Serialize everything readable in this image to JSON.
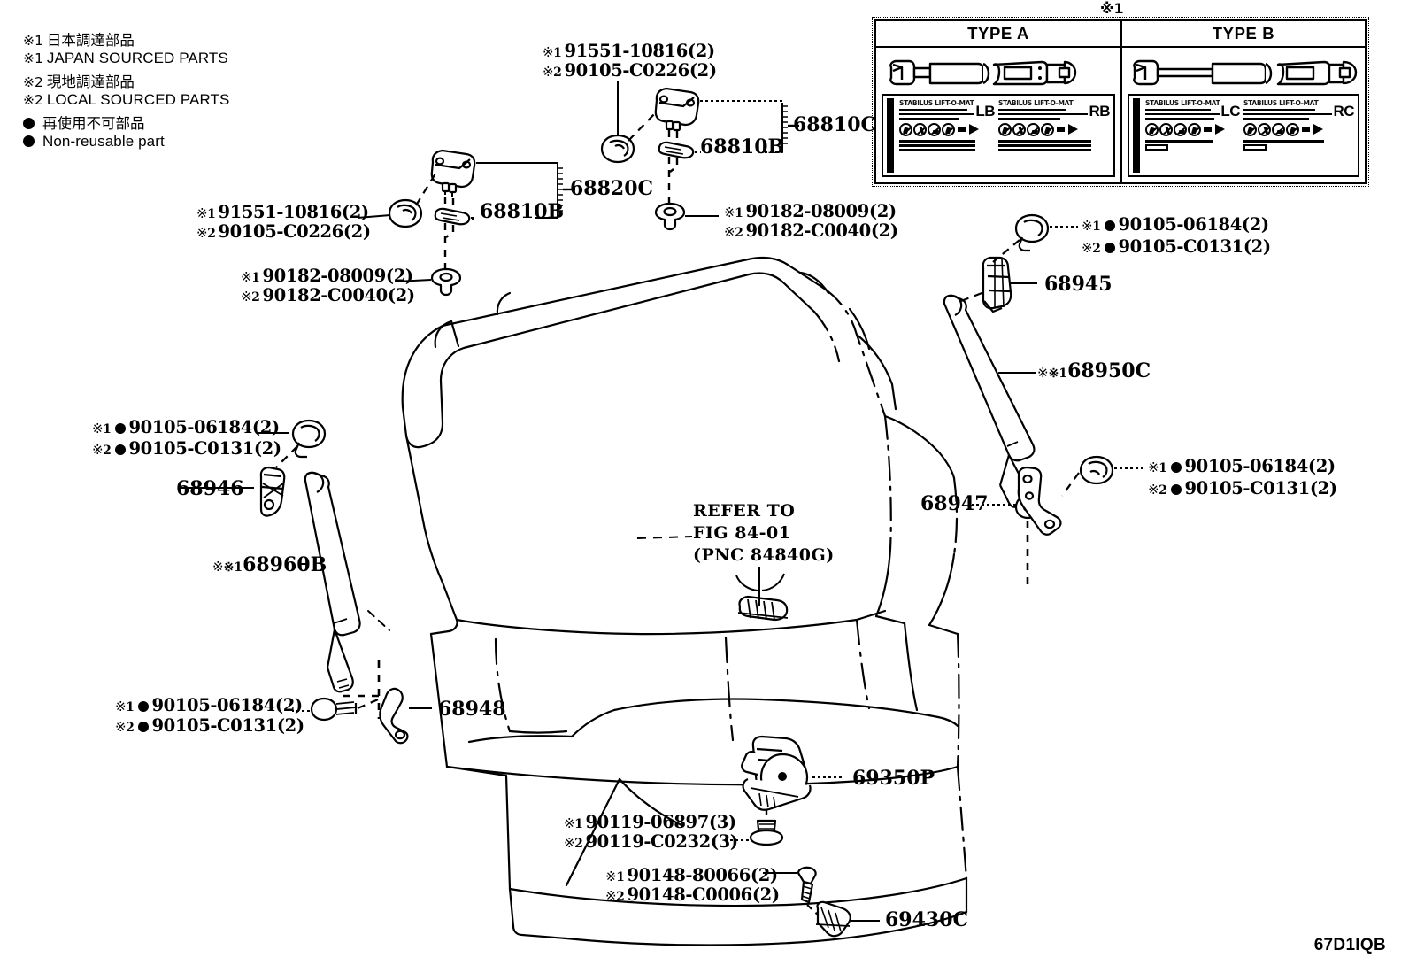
{
  "diagram": {
    "code": "67D1IQB",
    "refer_note": [
      "REFER TO",
      "FIG 84-01",
      "(PNC 84840G)"
    ]
  },
  "legend": {
    "rows": [
      {
        "kind": "mark",
        "mark": "※1",
        "text": "日本調達部品",
        "script": "jp"
      },
      {
        "kind": "mark",
        "mark": "※1",
        "text": "JAPAN SOURCED PARTS",
        "script": "en"
      },
      {
        "kind": "mark",
        "mark": "※2",
        "text": "現地調達部品",
        "script": "jp"
      },
      {
        "kind": "mark",
        "mark": "※2",
        "text": "LOCAL SOURCED PARTS",
        "script": "en"
      },
      {
        "kind": "dot",
        "mark": "",
        "text": "再使用不可部品",
        "script": "jp"
      },
      {
        "kind": "dot",
        "mark": "",
        "text": "Non-reusable part",
        "script": "en"
      }
    ]
  },
  "type_box": {
    "mark": "※1",
    "columns": [
      {
        "title": "TYPE A",
        "labels": [
          {
            "brand": "STABILUS  LIFT-O-MAT",
            "code": "LB"
          },
          {
            "brand": "STABILUS  LIFT-O-MAT",
            "code": "RB"
          }
        ]
      },
      {
        "title": "TYPE B",
        "labels": [
          {
            "brand": "STABILUS  LIFT-O-MAT",
            "code": "LC"
          },
          {
            "brand": "STABILUS  LIFT-O-MAT",
            "code": "RC"
          }
        ]
      }
    ]
  },
  "callouts": [
    {
      "id": "c-91551-left",
      "lines": [
        {
          "mark": "※",
          "marknum": "1",
          "dot": false,
          "number": "91551-10816(2)"
        },
        {
          "mark": "※",
          "marknum": "2",
          "dot": false,
          "number": "90105-C0226(2)"
        }
      ]
    },
    {
      "id": "c-90182-left",
      "lines": [
        {
          "mark": "※",
          "marknum": "1",
          "dot": false,
          "number": "90182-08009(2)"
        },
        {
          "mark": "※",
          "marknum": "2",
          "dot": false,
          "number": "90182-C0040(2)"
        }
      ]
    },
    {
      "id": "c-91551-top",
      "lines": [
        {
          "mark": "※",
          "marknum": "1",
          "dot": false,
          "number": "91551-10816(2)"
        },
        {
          "mark": "※",
          "marknum": "2",
          "dot": false,
          "number": "90105-C0226(2)"
        }
      ]
    },
    {
      "id": "c-90182-top",
      "lines": [
        {
          "mark": "※",
          "marknum": "1",
          "dot": false,
          "number": "90182-08009(2)"
        },
        {
          "mark": "※",
          "marknum": "2",
          "dot": false,
          "number": "90182-C0040(2)"
        }
      ]
    },
    {
      "id": "c-90105-tr",
      "lines": [
        {
          "mark": "※",
          "marknum": "1",
          "dot": true,
          "number": "90105-06184(2)"
        },
        {
          "mark": "※",
          "marknum": "2",
          "dot": true,
          "number": "90105-C0131(2)"
        }
      ]
    },
    {
      "id": "c-90105-r",
      "lines": [
        {
          "mark": "※",
          "marknum": "1",
          "dot": true,
          "number": "90105-06184(2)"
        },
        {
          "mark": "※",
          "marknum": "2",
          "dot": true,
          "number": "90105-C0131(2)"
        }
      ]
    },
    {
      "id": "c-90105-tl",
      "lines": [
        {
          "mark": "※",
          "marknum": "1",
          "dot": true,
          "number": "90105-06184(2)"
        },
        {
          "mark": "※",
          "marknum": "2",
          "dot": true,
          "number": "90105-C0131(2)"
        }
      ]
    },
    {
      "id": "c-90105-bl",
      "lines": [
        {
          "mark": "※",
          "marknum": "1",
          "dot": true,
          "number": "90105-06184(2)"
        },
        {
          "mark": "※",
          "marknum": "2",
          "dot": true,
          "number": "90105-C0131(2)"
        }
      ]
    },
    {
      "id": "c-90119",
      "lines": [
        {
          "mark": "※",
          "marknum": "1",
          "dot": false,
          "number": "90119-06897(3)"
        },
        {
          "mark": "※",
          "marknum": "2",
          "dot": false,
          "number": "90119-C0232(3)"
        }
      ]
    },
    {
      "id": "c-90148",
      "lines": [
        {
          "mark": "※",
          "marknum": "1",
          "dot": false,
          "number": "90148-80066(2)"
        },
        {
          "mark": "※",
          "marknum": "2",
          "dot": false,
          "number": "90148-C0006(2)"
        }
      ]
    }
  ],
  "part_labels": {
    "p68820C": "68820C",
    "p68810B_left": "68810B",
    "p68810C": "68810C",
    "p68810B_top": "68810B",
    "p68945": "68945",
    "p68950C": "68950C",
    "p68950C_mark": "※1",
    "p68946": "68946",
    "p68960B": "68960B",
    "p68960B_mark": "※1",
    "p68947": "68947",
    "p68948": "68948",
    "p69350P": "69350P",
    "p69430C": "69430C"
  },
  "colors": {
    "ink": "#000000",
    "paper": "#ffffff"
  }
}
